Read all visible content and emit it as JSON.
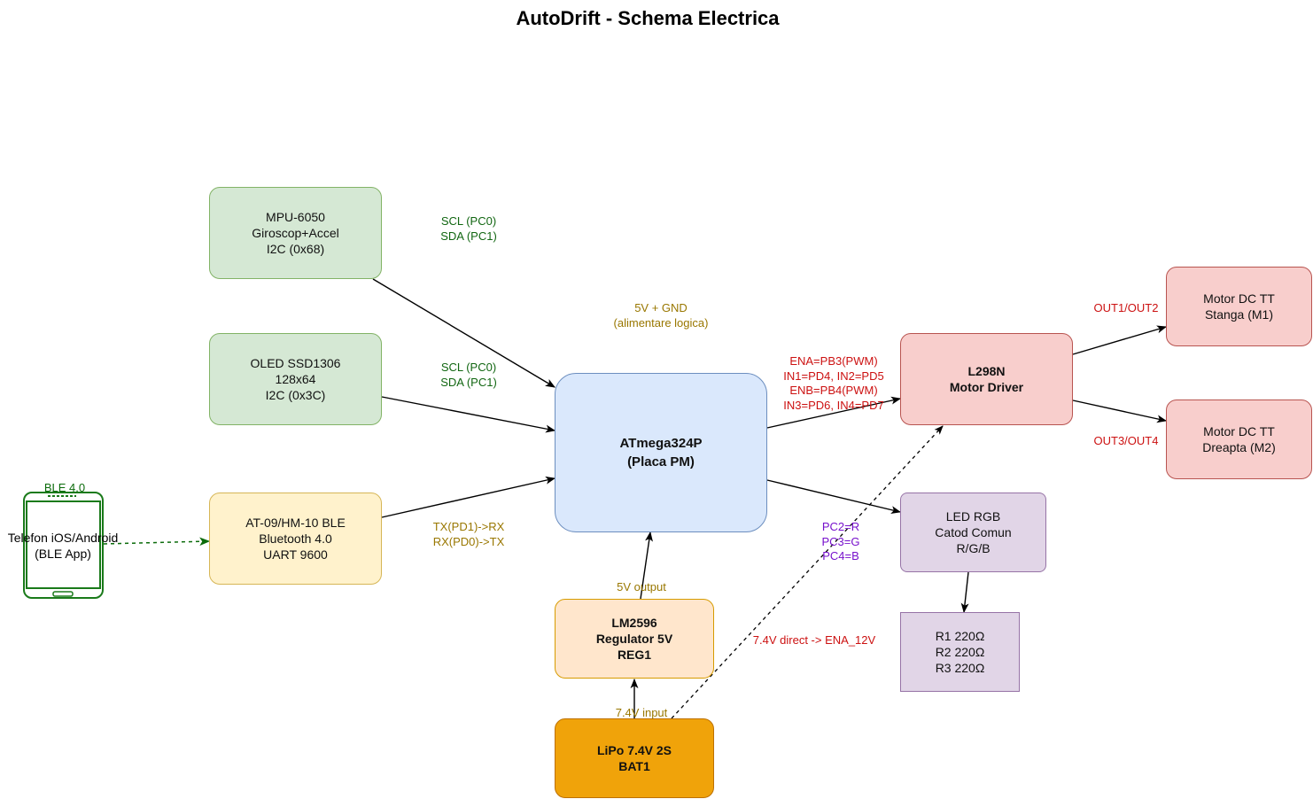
{
  "title": "AutoDrift - Schema Electrica",
  "colors": {
    "i2c_label": "#116611",
    "power_label": "#997700",
    "motor_label": "#cc1111",
    "led_label": "#7711cc",
    "ble_link": "#0b6b0b"
  },
  "icons": {
    "phone": "smartphone-icon"
  },
  "components": {
    "mpu": {
      "line1": "MPU-6050",
      "line2": "Giroscop+Accel",
      "line3": "I2C (0x68)"
    },
    "oled": {
      "line1": "OLED SSD1306",
      "line2": "128x64",
      "line3": "I2C (0x3C)"
    },
    "bt": {
      "line1": "AT-09/HM-10 BLE",
      "line2": "Bluetooth 4.0",
      "line3": "UART 9600"
    },
    "mcu": {
      "line1": "ATmega324P",
      "line2": "(Placa PM)"
    },
    "reg": {
      "line1": "LM2596",
      "line2": "Regulator 5V",
      "line3": "REG1"
    },
    "bat": {
      "line1": "LiPo 7.4V 2S",
      "line2": "BAT1"
    },
    "driver": {
      "line1": "L298N",
      "line2": "Motor Driver"
    },
    "motor_left": {
      "line1": "Motor DC TT",
      "line2": "Stanga (M1)"
    },
    "motor_right": {
      "line1": "Motor DC TT",
      "line2": "Dreapta (M2)"
    },
    "led": {
      "line1": "LED RGB",
      "line2": "Catod Comun",
      "line3": "R/G/B"
    },
    "res": {
      "line1": "R1 220Ω",
      "line2": "R2 220Ω",
      "line3": "R3 220Ω"
    },
    "phone": {
      "top": "BLE 4.0",
      "line1": "Telefon iOS/Android",
      "line2": "(BLE App)"
    }
  },
  "labels": {
    "mpu_i2c": {
      "line1": "SCL (PC0)",
      "line2": "SDA (PC1)"
    },
    "oled_i2c": {
      "line1": "SCL (PC0)",
      "line2": "SDA (PC1)"
    },
    "uart": {
      "line1": "TX(PD1)->RX",
      "line2": "RX(PD0)->TX"
    },
    "logic_power": {
      "line1": "5V + GND",
      "line2": "(alimentare logica)"
    },
    "motor_ctrl": {
      "line1": "ENA=PB3(PWM)",
      "line2": "IN1=PD4, IN2=PD5",
      "line3": "ENB=PB4(PWM)",
      "line4": "IN3=PD6, IN4=PD7"
    },
    "out_left": "OUT1/OUT2",
    "out_right": "OUT3/OUT4",
    "led_pins": {
      "line1": "PC2=R",
      "line2": "PC3=G",
      "line3": "PC4=B"
    },
    "reg_out": "5V output",
    "bat_in": "7.4V input",
    "direct": "7.4V direct -> ENA_12V"
  }
}
